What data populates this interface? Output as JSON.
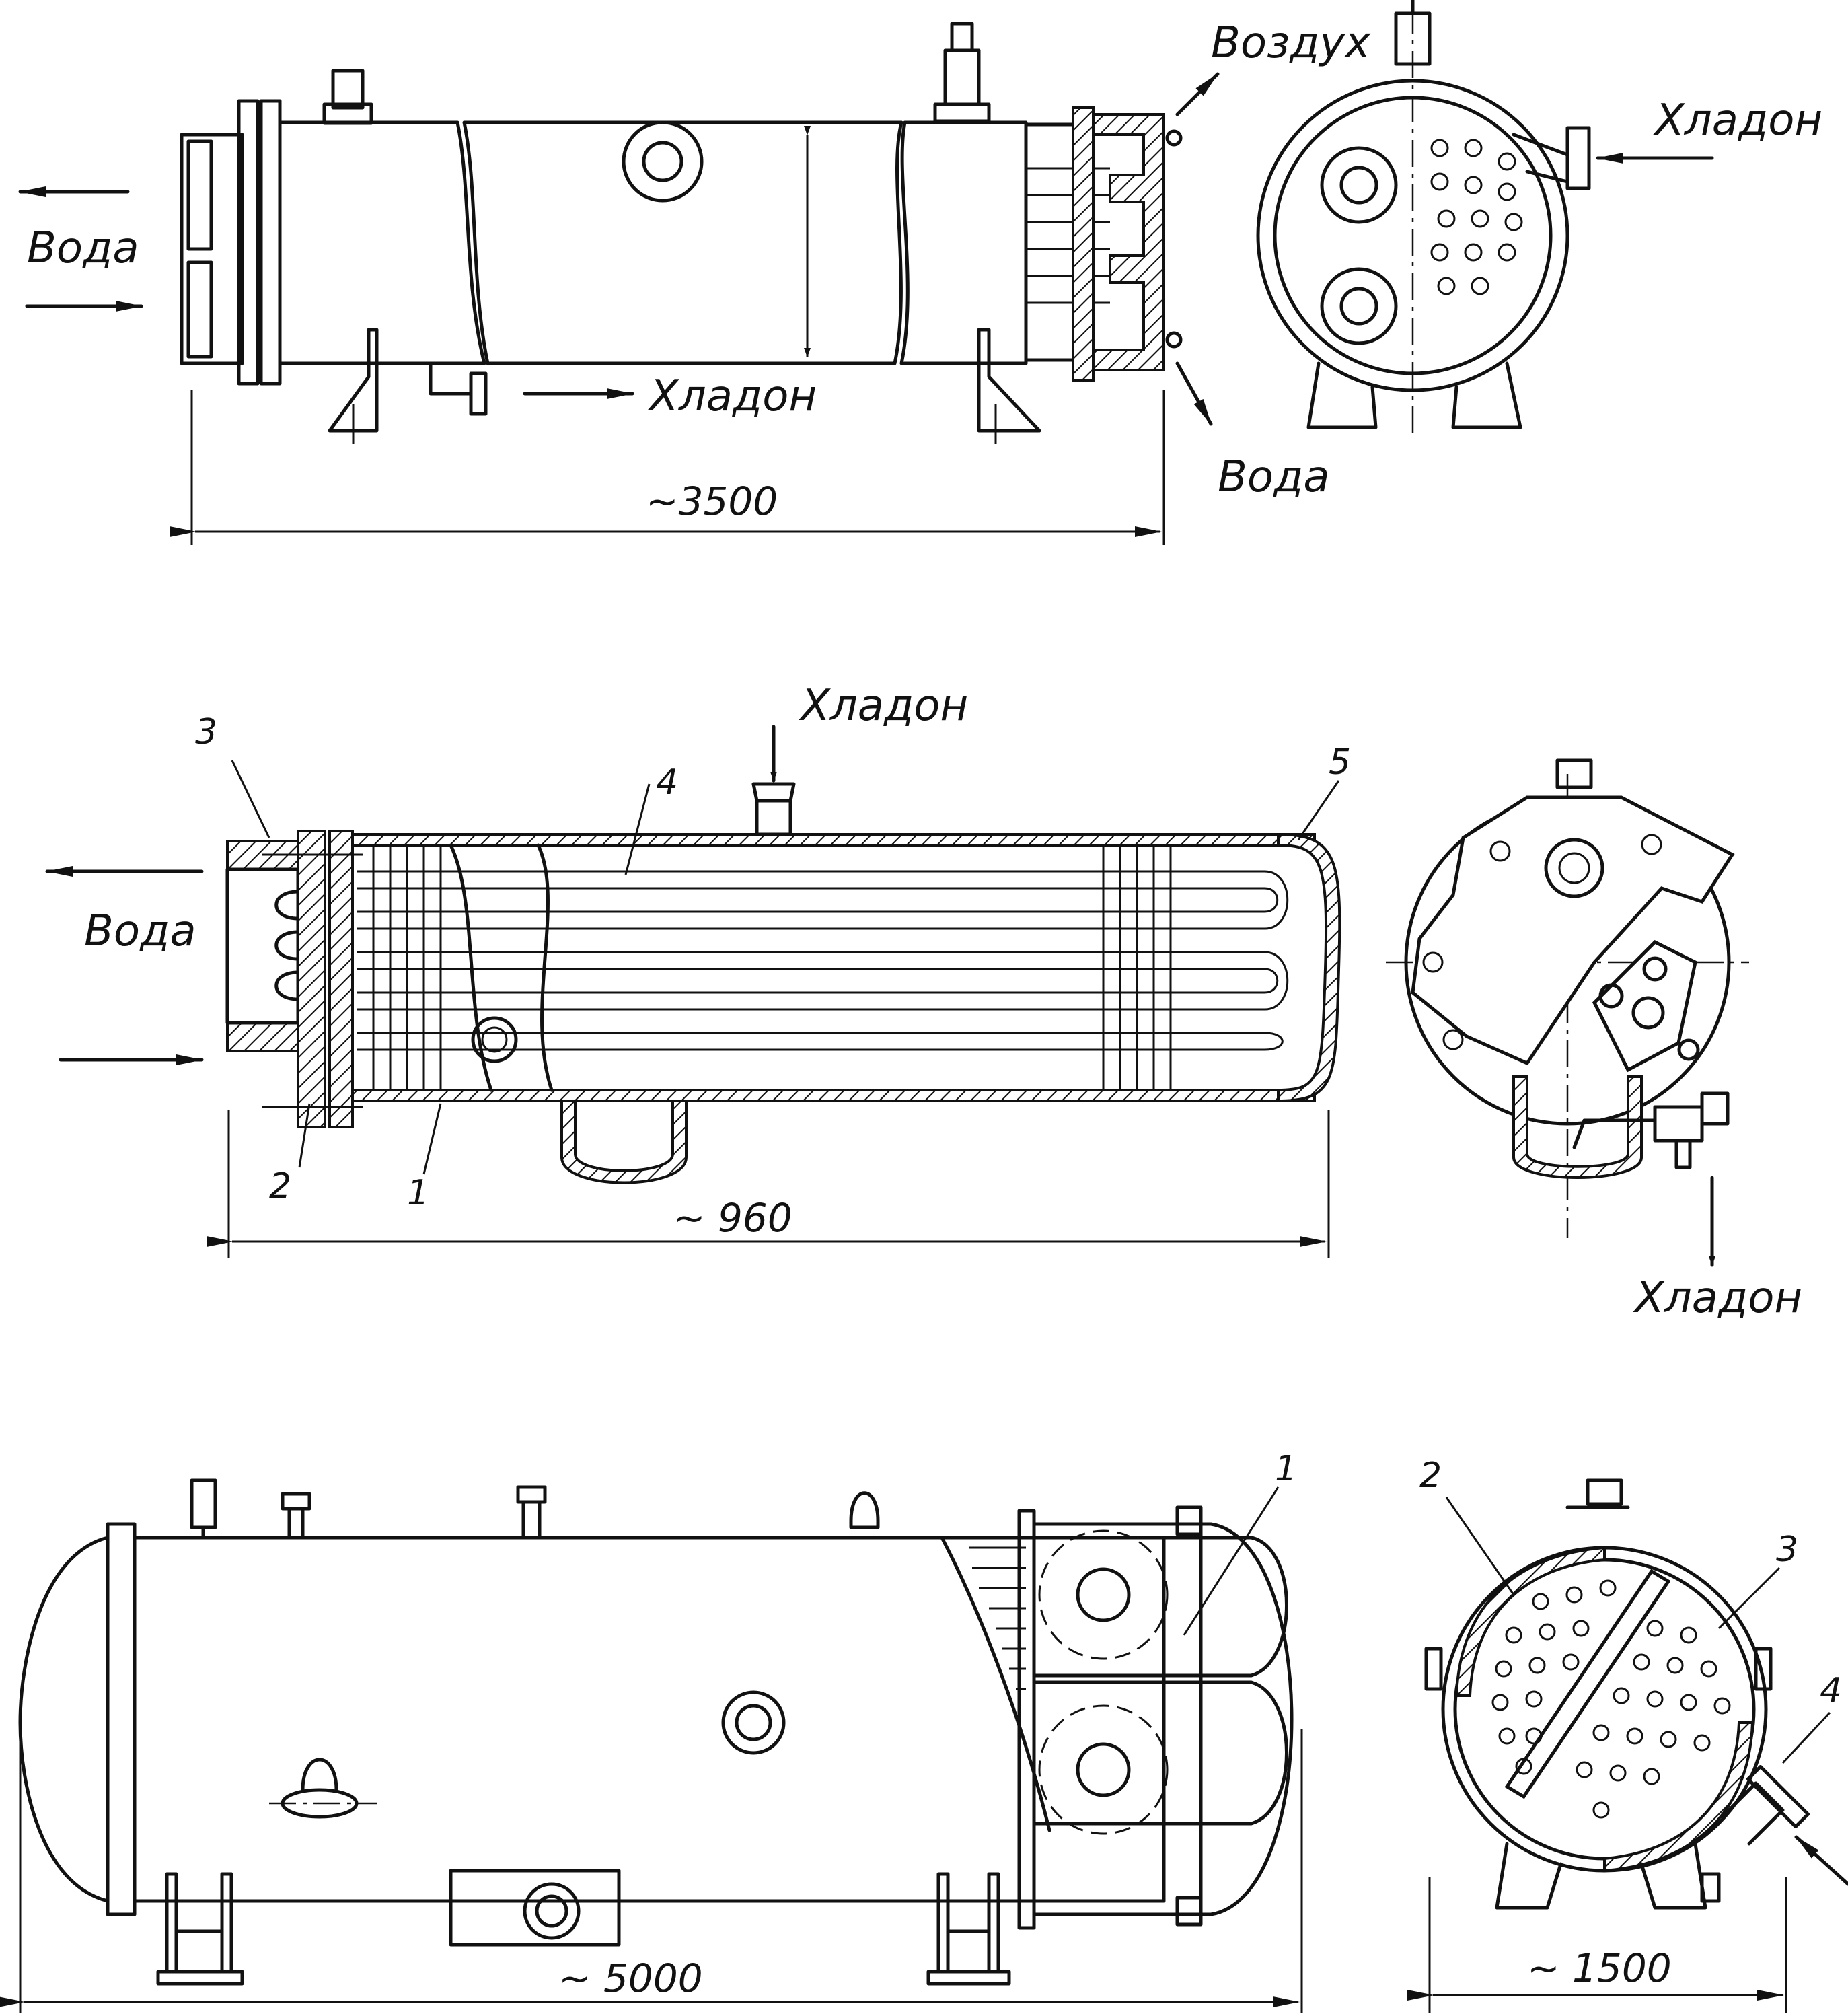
{
  "top": {
    "label_water_left": "Вода",
    "label_freon_bottom": "Хладон",
    "label_air": "Воздух",
    "label_water_out": "Вода",
    "label_freon_right": "Хладон",
    "dimension": "~3500"
  },
  "middle": {
    "label_freon_top": "Хладон",
    "label_water_left": "Вода",
    "label_freon_down": "Хладон",
    "dimension": "~ 960",
    "callouts": [
      "1",
      "2",
      "3",
      "4",
      "5"
    ]
  },
  "bottom": {
    "dimension_left": "~ 5000",
    "dimension_right": "~ 1500",
    "callouts": [
      "1",
      "2",
      "3",
      "4"
    ]
  }
}
